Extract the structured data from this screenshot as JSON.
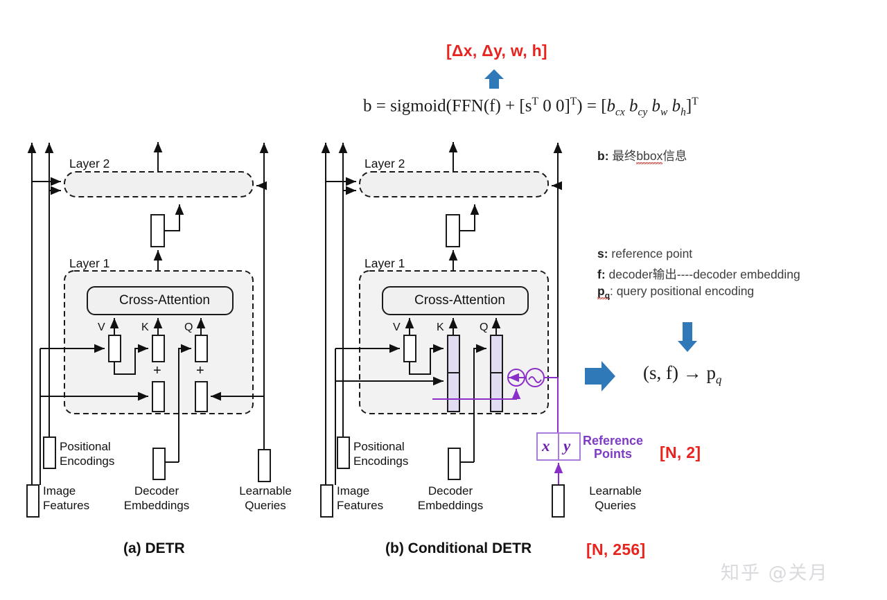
{
  "figure": {
    "top_formula_bracket": "[Δx, Δy, w, h]",
    "equation": {
      "lhs": "b = sigmoid(FFN(f) + [s",
      "lhs_sup1": "T",
      "lhs_mid": " 0 0]",
      "lhs_sup2": "T",
      "lhs_end": ") = ",
      "rhs_open": "[",
      "rhs_terms": [
        "b",
        "cx",
        "b",
        "cy",
        "b",
        "w",
        "b",
        "h"
      ],
      "rhs_close": "]",
      "rhs_sup": "T"
    },
    "mapping_formula": "(s, f) → p",
    "mapping_sub": "q"
  },
  "notes": [
    {
      "key": "b:",
      "before": " 最终",
      "squiggle": "bbox",
      "after": "信息"
    },
    {
      "key": "s:",
      "text": " reference point"
    },
    {
      "key": "f:",
      "text": " decoder输出----decoder embedding"
    },
    {
      "key": "pq:",
      "key_main": "p",
      "key_sub": "q",
      "text": ": query positional encoding"
    }
  ],
  "badges": {
    "ref_shape": "[N, 2]",
    "query_shape": "[N, 256]"
  },
  "panel_a": {
    "caption": "(a) DETR",
    "layer2": "Layer 2",
    "layer1": "Layer 1",
    "cross_attention": "Cross-Attention",
    "v": "V",
    "k": "K",
    "q": "Q",
    "plus1": "+",
    "plus2": "+",
    "inputs": [
      {
        "line1": "Positional",
        "line2": "Encodings"
      },
      {
        "line1": "Image",
        "line2": "Features"
      },
      {
        "line1": "Decoder",
        "line2": "Embeddings"
      },
      {
        "line1": "Learnable",
        "line2": "Queries"
      }
    ]
  },
  "panel_b": {
    "caption": "(b) Conditional DETR",
    "layer2": "Layer 2",
    "layer1": "Layer 1",
    "cross_attention": "Cross-Attention",
    "v": "V",
    "k": "K",
    "q": "Q",
    "reference_points": {
      "line1": "Reference",
      "line2": "Points",
      "x": "x",
      "y": "y"
    },
    "inputs": [
      {
        "line1": "Positional",
        "line2": "Encodings"
      },
      {
        "line1": "Image",
        "line2": "Features"
      },
      {
        "line1": "Decoder",
        "line2": "Embeddings"
      },
      {
        "line1": "Learnable",
        "line2": "Queries"
      }
    ]
  },
  "watermark": "知乎 @关月",
  "colors": {
    "red": "#e8231e",
    "blue_arrow": "#2f79b8",
    "purple": "#8b2fc9",
    "box_fill": "#f0f0f0",
    "purple_fill": "#e2dcf3"
  }
}
